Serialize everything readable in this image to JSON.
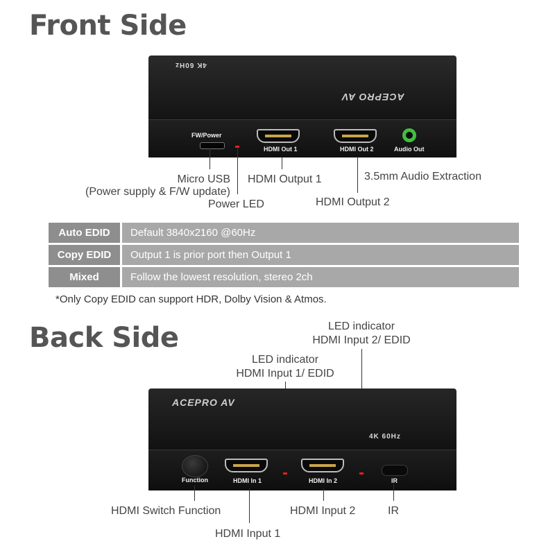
{
  "front": {
    "heading": "Front Side",
    "device": {
      "badge": "4K 60Hz",
      "logo": "ACEPRO AV",
      "ports": {
        "fw_power": "FW/Power",
        "hdmi_out_1": "HDMI Out 1",
        "hdmi_out_2": "HDMI Out 2",
        "audio_out": "Audio Out"
      }
    },
    "callouts": {
      "micro_usb_1": "Micro USB",
      "micro_usb_2": "(Power supply & F/W update)",
      "power_led": "Power LED",
      "hdmi_output_1": "HDMI Output 1",
      "hdmi_output_2": "HDMI Output 2",
      "audio_extraction": "3.5mm Audio Extraction"
    }
  },
  "edid_table": [
    {
      "mode": "Auto EDID",
      "desc": "Default 3840x2160 @60Hz"
    },
    {
      "mode": "Copy EDID",
      "desc": "Output 1 is prior port then Output 1"
    },
    {
      "mode": "Mixed",
      "desc": "Follow the lowest resolution, stereo 2ch"
    }
  ],
  "note": "*Only Copy EDID can support HDR, Dolby Vision & Atmos.",
  "back": {
    "heading": "Back Side",
    "device": {
      "badge": "4K 60Hz",
      "logo": "ACEPRO AV",
      "ports": {
        "function": "Function",
        "hdmi_in_1": "HDMI In 1",
        "hdmi_in_2": "HDMI In 2",
        "ir": "IR"
      }
    },
    "callouts": {
      "led1_line1": "LED indicator",
      "led1_line2": "HDMI Input 1/ EDID",
      "led2_line1": "LED indicator",
      "led2_line2": "HDMI Input 2/ EDID",
      "switch_function": "HDMI Switch Function",
      "hdmi_input_1": "HDMI Input 1",
      "hdmi_input_2": "HDMI Input 2",
      "ir": "IR"
    }
  },
  "colors": {
    "heading": "#555555",
    "device_body": "#1b1b1b",
    "table_mode_bg": "#8e8e8e",
    "table_desc_bg": "#a8a8a8",
    "led": "#e32020",
    "audio_jack": "#3fbf3f"
  }
}
